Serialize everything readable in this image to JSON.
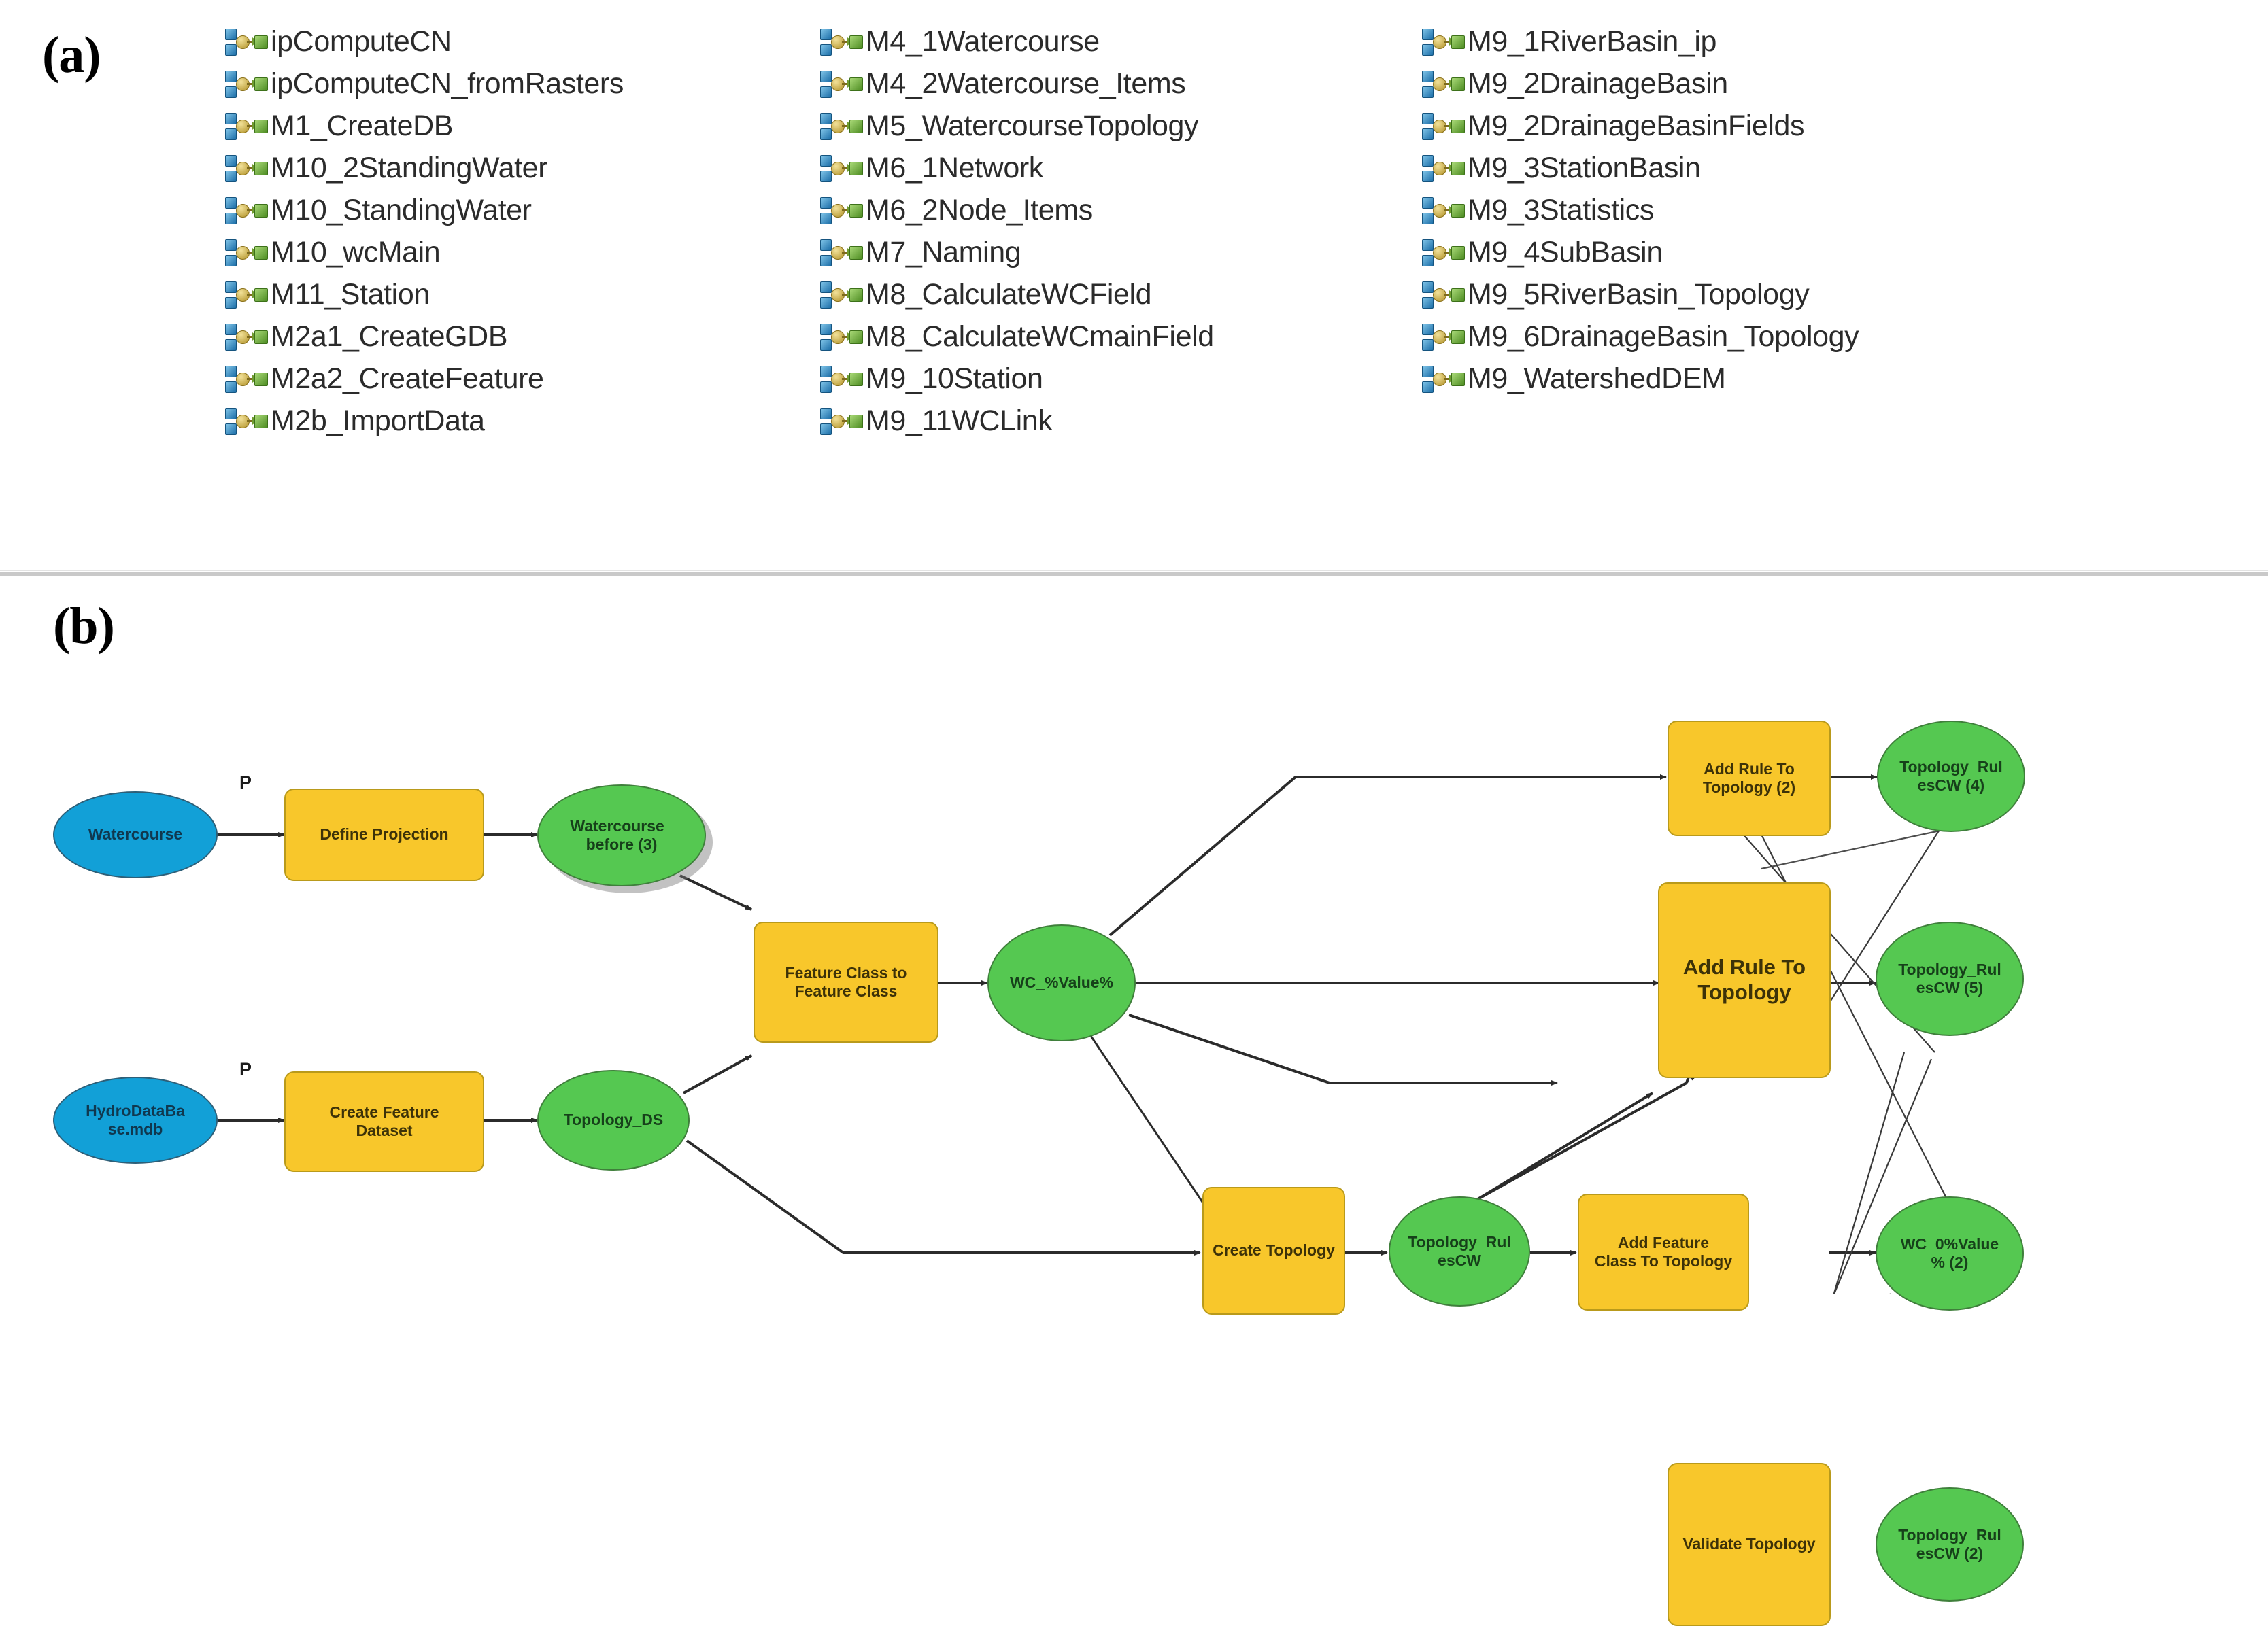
{
  "figure": {
    "panel_a_label": "(a)",
    "panel_b_label": "(b)"
  },
  "panel_a": {
    "icon_name": "model-builder-icon",
    "columns": [
      {
        "items": [
          "ipComputeCN",
          "ipComputeCN_fromRasters",
          "M1_CreateDB",
          "M10_2StandingWater",
          "M10_StandingWater",
          "M10_wcMain",
          "M11_Station",
          "M2a1_CreateGDB",
          "M2a2_CreateFeature",
          "M2b_ImportData"
        ]
      },
      {
        "items": [
          "M4_1Watercourse",
          "M4_2Watercourse_Items",
          "M5_WatercourseTopology",
          "M6_1Network",
          "M6_2Node_Items",
          "M7_Naming",
          "M8_CalculateWCField",
          "M8_CalculateWCmainField",
          "M9_10Station",
          "M9_11WCLink"
        ]
      },
      {
        "items": [
          "M9_1RiverBasin_ip",
          "M9_2DrainageBasin",
          "M9_2DrainageBasinFields",
          "M9_3StationBasin",
          "M9_3Statistics",
          "M9_4SubBasin",
          "M9_5RiverBasin_Topology",
          "M9_6DrainageBasin_Topology",
          "M9_WatershedDEM"
        ]
      }
    ]
  },
  "panel_b": {
    "colors": {
      "input_variable": "#12A0D7",
      "derived_variable": "#55C851",
      "tool": "#F8C72B",
      "connector": "#333333"
    },
    "parameter_marks": [
      "P",
      "P"
    ],
    "nodes": [
      {
        "id": "watercourse",
        "label": "Watercourse",
        "shape": "ellipse",
        "kind": "input"
      },
      {
        "id": "define-projection",
        "label": "Define Projection",
        "shape": "rect",
        "kind": "tool"
      },
      {
        "id": "watercourse-before",
        "label": "Watercourse_\nbefore (3)",
        "shape": "ellipse",
        "kind": "derived"
      },
      {
        "id": "hydrodatabase",
        "label": "HydroDataBa\nse.mdb",
        "shape": "ellipse",
        "kind": "input"
      },
      {
        "id": "create-feature-dataset",
        "label": "Create Feature\nDataset",
        "shape": "rect",
        "kind": "tool"
      },
      {
        "id": "topology-ds",
        "label": "Topology_DS",
        "shape": "ellipse",
        "kind": "derived"
      },
      {
        "id": "fc-to-fc",
        "label": "Feature Class to\nFeature Class",
        "shape": "rect",
        "kind": "tool"
      },
      {
        "id": "wc-value",
        "label": "WC_%Value%",
        "shape": "ellipse",
        "kind": "derived"
      },
      {
        "id": "create-topology",
        "label": "Create Topology",
        "shape": "rect",
        "kind": "tool"
      },
      {
        "id": "topology-rulescw",
        "label": "Topology_Rul\nesCW",
        "shape": "ellipse",
        "kind": "derived"
      },
      {
        "id": "add-rule-to-topology-2",
        "label": "Add Rule To\nTopology (2)",
        "shape": "rect",
        "kind": "tool"
      },
      {
        "id": "topology-rulescw-4",
        "label": "Topology_Rul\nesCW (4)",
        "shape": "ellipse",
        "kind": "derived"
      },
      {
        "id": "add-rule-to-topology",
        "label": "Add Rule To\nTopology",
        "shape": "rect",
        "kind": "tool",
        "emphasis": true
      },
      {
        "id": "topology-rulescw-5",
        "label": "Topology_Rul\nesCW (5)",
        "shape": "ellipse",
        "kind": "derived"
      },
      {
        "id": "add-feature-class-to-topology",
        "label": "Add Feature\nClass To Topology",
        "shape": "rect",
        "kind": "tool"
      },
      {
        "id": "wc-0value-2",
        "label": "WC_0%Value\n% (2)",
        "shape": "ellipse",
        "kind": "derived"
      },
      {
        "id": "validate-topology",
        "label": "Validate Topology",
        "shape": "rect",
        "kind": "tool"
      },
      {
        "id": "topology-rulescw-2",
        "label": "Topology_Rul\nesCW (2)",
        "shape": "ellipse",
        "kind": "derived"
      }
    ]
  }
}
